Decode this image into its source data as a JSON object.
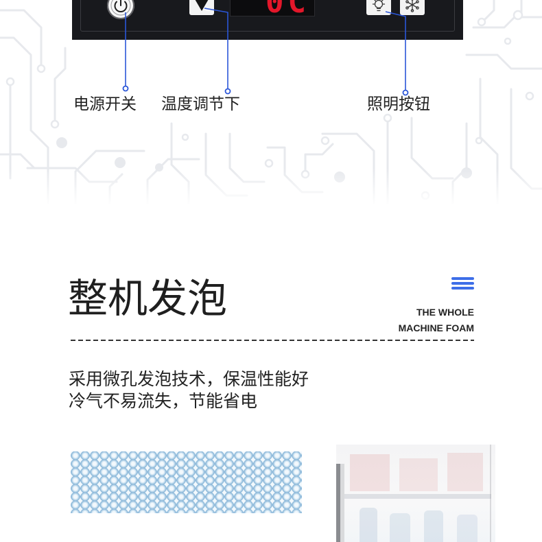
{
  "control_panel": {
    "power_button": {
      "icon": "power-icon"
    },
    "temp_down_button": {
      "icon": "triangle-down-icon"
    },
    "display": {
      "reading": "0C"
    },
    "light_button": {
      "icon": "light-bulb-icon"
    },
    "fan_button": {
      "icon": "snowflake-icon"
    }
  },
  "callouts": {
    "power": "电源开关",
    "temp_down": "温度调节下",
    "light": "照明按钮"
  },
  "foam_section": {
    "title": "整机发泡",
    "subtitle_line1": "THE WHOLE",
    "subtitle_line2": "MACHINE FOAM",
    "menu_icon": "three-bars-icon",
    "description": [
      "采用微孔发泡技术，保温性能好",
      "冷气不易流失，节能省电"
    ]
  },
  "colors": {
    "panel": "#18191d",
    "accent_blue": "#3d6ee8",
    "callout_blue": "#2b56d8",
    "text": "#222222",
    "circuit": "#e7e9ed",
    "led_red": "#e3172a"
  }
}
